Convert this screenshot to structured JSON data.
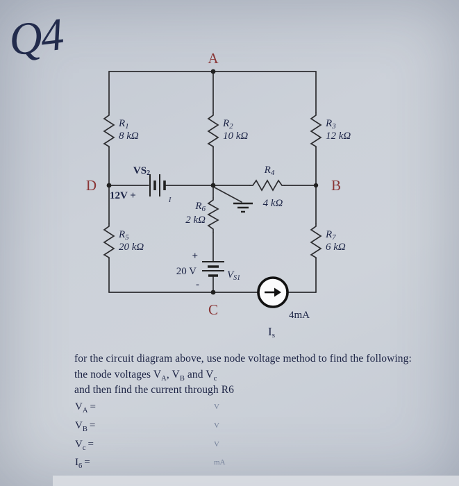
{
  "page": {
    "handwritten_label": "Q4"
  },
  "circuit": {
    "node_a": "A",
    "node_b": "B",
    "node_c": "C",
    "node_d": "D",
    "r1": {
      "sym": "R",
      "sub": "1",
      "value": "8 kΩ"
    },
    "r2": {
      "sym": "R",
      "sub": "2",
      "value": "10 kΩ"
    },
    "r3": {
      "sym": "R",
      "sub": "3",
      "value": "12 kΩ"
    },
    "r4": {
      "sym": "R",
      "sub": "4",
      "value": "4 kΩ"
    },
    "r5": {
      "sym": "R",
      "sub": "5",
      "value": "20 kΩ"
    },
    "r6": {
      "sym": "R",
      "sub": "6",
      "value": "2 kΩ"
    },
    "r7": {
      "sym": "R",
      "sub": "7",
      "value": "6 kΩ"
    },
    "vs2": {
      "sym": "VS",
      "sub": "2",
      "value": "12V +",
      "current": "I"
    },
    "vs1": {
      "plus": "+",
      "minus": "-",
      "value": "20 V",
      "sym": "V",
      "sub": "S1"
    },
    "is": {
      "value": "4mA",
      "sym": "I",
      "sub": "s"
    }
  },
  "problem": {
    "line1": "for the circuit diagram above, use node voltage method to find the following:",
    "line2_a": "the node voltages V",
    "line2_sub_a": "A",
    "line2_b": ", V",
    "line2_sub_b": "B",
    "line2_c": " and V",
    "line2_sub_c": "c",
    "line3": "and then find the current through R6"
  },
  "answers": [
    {
      "sym": "V",
      "sub": "A",
      "eq": "=",
      "unit": "V"
    },
    {
      "sym": "V",
      "sub": "B",
      "eq": "=",
      "unit": "V"
    },
    {
      "sym": "V",
      "sub": "c",
      "eq": "=",
      "unit": "V"
    },
    {
      "sym": "I",
      "sub": "6",
      "eq": "=",
      "unit": "mA"
    }
  ]
}
